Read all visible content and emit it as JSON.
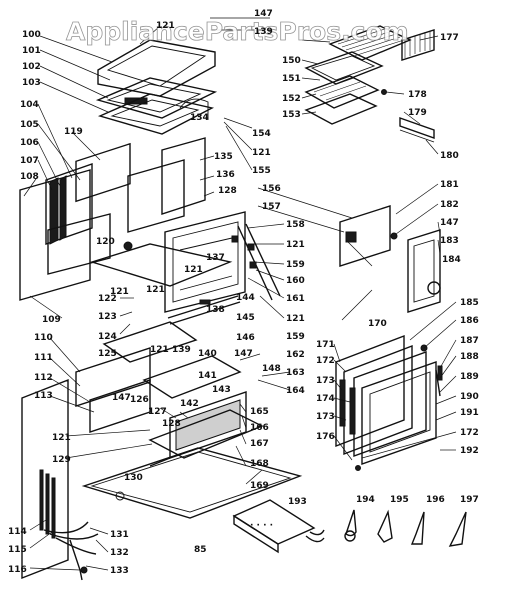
{
  "watermark": "AppliancePartsPros.com",
  "page_number": "85",
  "part_numbers": {
    "p100": "100",
    "p101": "101",
    "p102": "102",
    "p103": "103",
    "p104": "104",
    "p105": "105",
    "p106": "106",
    "p107": "107",
    "p108": "108",
    "p109": "109",
    "p110": "110",
    "p111": "111",
    "p112": "112",
    "p113": "113",
    "p114": "114",
    "p115": "115",
    "p116": "116",
    "p119": "119",
    "p120": "120",
    "p121a": "121",
    "p121b": "121",
    "p121c": "121",
    "p121d": "121",
    "p121e": "121",
    "p121f": "121",
    "p121g": "121",
    "p121h": "121",
    "p121i": "121",
    "p122": "122",
    "p123": "123",
    "p124": "124",
    "p125": "125",
    "p126": "126",
    "p127": "127",
    "p128a": "128",
    "p128b": "128",
    "p129": "129",
    "p130": "130",
    "p131": "131",
    "p132": "132",
    "p133": "133",
    "p134": "134",
    "p135": "135",
    "p136": "136",
    "p137": "137",
    "p138": "138",
    "p139a": "139",
    "p139b": "139",
    "p140": "140",
    "p141": "141",
    "p142": "142",
    "p143": "143",
    "p144": "144",
    "p145": "145",
    "p146": "146",
    "p147a": "147",
    "p147b": "147",
    "p147c": "147",
    "p147d": "147",
    "p148": "148",
    "p150": "150",
    "p151": "151",
    "p152": "152",
    "p153": "153",
    "p154": "154",
    "p155": "155",
    "p156": "156",
    "p157": "157",
    "p158": "158",
    "p159a": "159",
    "p159b": "159",
    "p160": "160",
    "p161": "161",
    "p162": "162",
    "p163": "163",
    "p164": "164",
    "p165": "165",
    "p166": "166",
    "p167": "167",
    "p168": "168",
    "p169": "169",
    "p170": "170",
    "p171": "171",
    "p172a": "172",
    "p172b": "172",
    "p173a": "173",
    "p173b": "173",
    "p174": "174",
    "p176": "176",
    "p177": "177",
    "p178": "178",
    "p179": "179",
    "p180": "180",
    "p181": "181",
    "p182": "182",
    "p183": "183",
    "p184": "184",
    "p185": "185",
    "p186": "186",
    "p187": "187",
    "p188": "188",
    "p189": "189",
    "p190": "190",
    "p191": "191",
    "p192": "192",
    "p193": "193",
    "p194": "194",
    "p195": "195",
    "p196": "196",
    "p197": "197"
  }
}
